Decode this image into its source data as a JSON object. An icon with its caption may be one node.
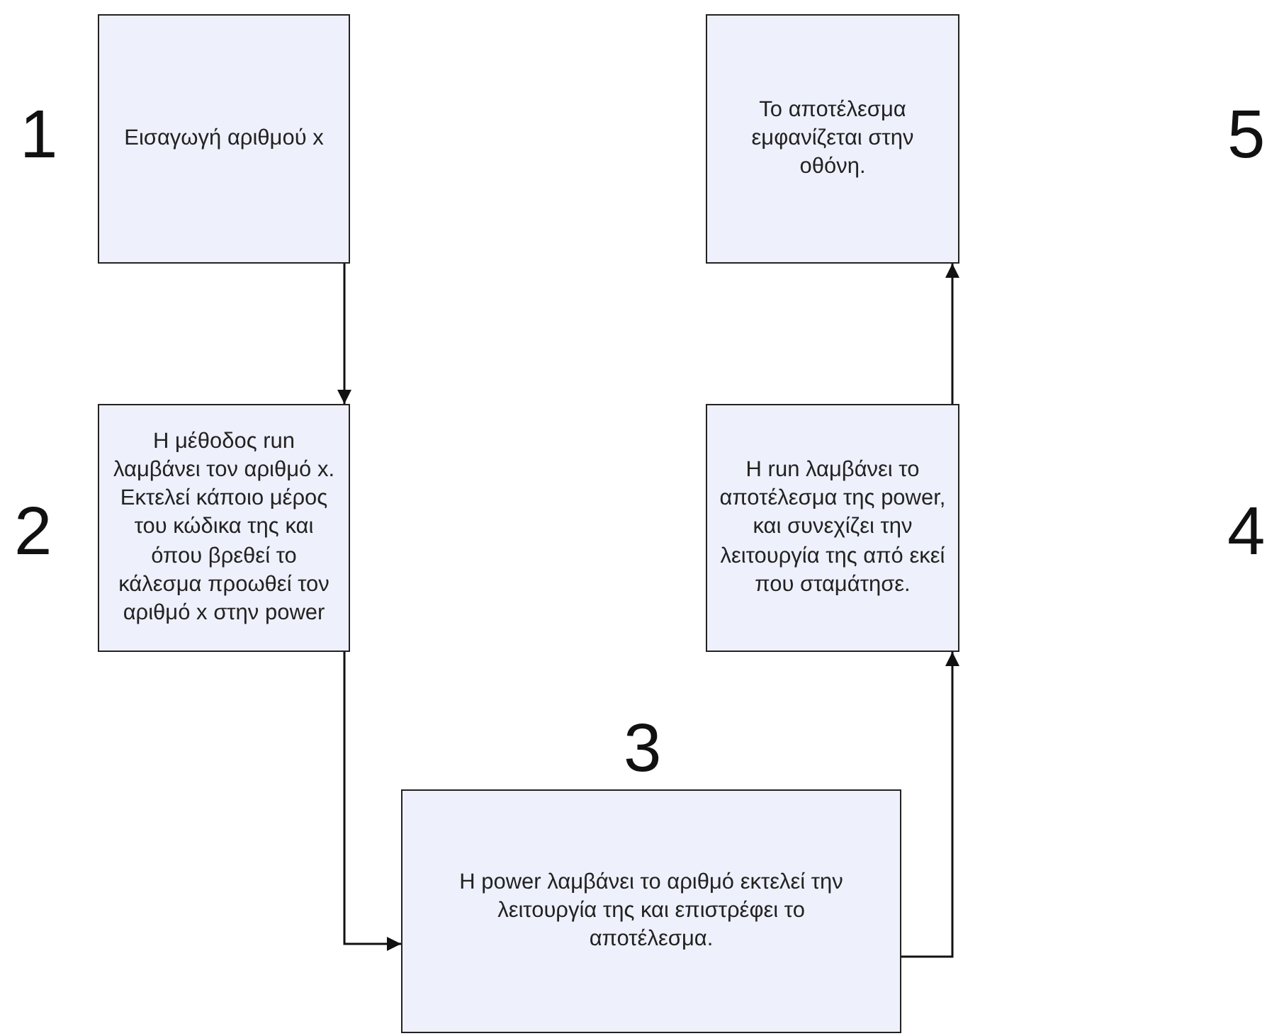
{
  "diagram": {
    "nodes": [
      {
        "text": [
          "Εισαγωγή αριθμού x"
        ],
        "beside": [
          "1"
        ]
      },
      {
        "text": [
          "Η μέθοδος run λαμβάνει τον αριθμό x. Εκτελεί κάποιο μέρος του κώδικα της και όπου βρεθεί το κάλεσμα προωθεί τον αριθμό x στην power"
        ],
        "beside": [
          "2"
        ]
      },
      {
        "text": [
          "Η power λαμβάνει το αριθμό εκτελεί την λειτουργία της και επιστρέφει το αποτέλεσμα."
        ],
        "beside": [
          "3"
        ]
      },
      {
        "text": [
          "Η run λαμβάνει το αποτέλεσμα της power, και συνεχίζει την λειτουργία της από εκεί που σταμάτησε."
        ],
        "beside": [
          "4"
        ]
      },
      {
        "text": [
          "Το αποτέλεσμα εμφανίζεται στην οθόνη."
        ],
        "beside": [
          "5"
        ]
      }
    ],
    "edges": [
      {
        "from": 0,
        "to": 1,
        "arrow": "to"
      },
      {
        "from": 1,
        "to": 2,
        "arrow": "to"
      },
      {
        "from": 2,
        "to": 3,
        "arrow": "to"
      },
      {
        "from": 3,
        "to": 4,
        "arrow": "to"
      }
    ]
  }
}
